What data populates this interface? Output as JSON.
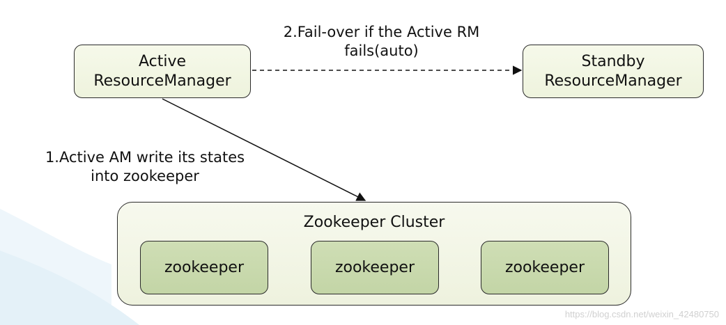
{
  "nodes": {
    "active_rm": {
      "line1": "Active",
      "line2": "ResourceManager"
    },
    "standby_rm": {
      "line1": "Standby",
      "line2": "ResourceManager"
    },
    "cluster": {
      "title": "Zookeeper Cluster",
      "members": [
        "zookeeper",
        "zookeeper",
        "zookeeper"
      ]
    }
  },
  "edges": {
    "failover": {
      "line1": "2.Fail-over if the Active RM",
      "line2": "fails(auto)",
      "style": "dashed"
    },
    "write_state": {
      "line1": "1.Active AM write its states",
      "line2": "into zookeeper",
      "style": "solid"
    }
  },
  "watermark": "https://blog.csdn.net/weixin_42480750",
  "colors": {
    "rm_fill": "#f3f6e4",
    "cluster_fill": "#f2f5e6",
    "zk_fill": "#c9d9ad",
    "border": "#2a2a2a"
  }
}
